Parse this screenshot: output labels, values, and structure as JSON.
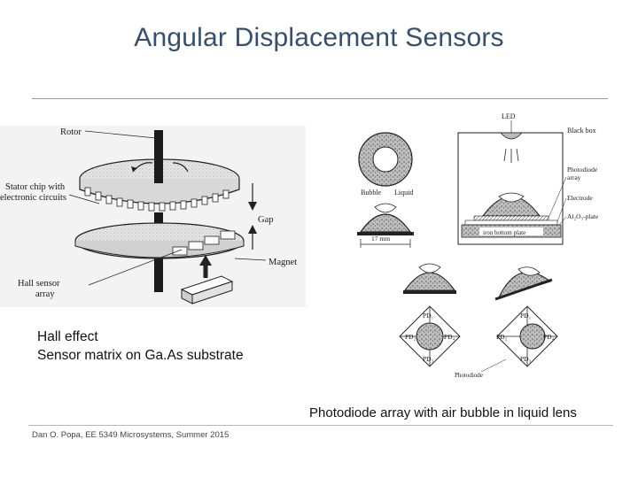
{
  "slide": {
    "title": "Angular Displacement Sensors",
    "footer": "Dan O. Popa, EE 5349 Microsystems, Summer 2015"
  },
  "left_figure": {
    "labels": {
      "rotor": "Rotor",
      "stator_line1": "Stator chip with",
      "stator_line2": "electronic circuits",
      "gap": "Gap",
      "magnet": "Magnet",
      "hall_line1": "Hall sensor",
      "hall_line2": "array"
    },
    "caption_line1": "Hall effect",
    "caption_line2": "Sensor matrix on Ga.As substrate"
  },
  "right_figure": {
    "labels": {
      "led": "LED",
      "black_box": "Black box",
      "photodiode_array_1": "Photodiode",
      "photodiode_array_2": "array",
      "electrode": "Electrode",
      "al2o3_plate": "Al₂O₃-plate",
      "bubble": "Bubble",
      "liquid": "Liquid",
      "dimension": "17 mm",
      "iron_plate": "iron bottom plate",
      "pd1": "PD₁",
      "pd2": "PD₂",
      "pd3": "PD₃",
      "pd4": "PD₄",
      "photodiode": "Photodiode"
    },
    "caption": "Photodiode array with air bubble in liquid lens"
  }
}
